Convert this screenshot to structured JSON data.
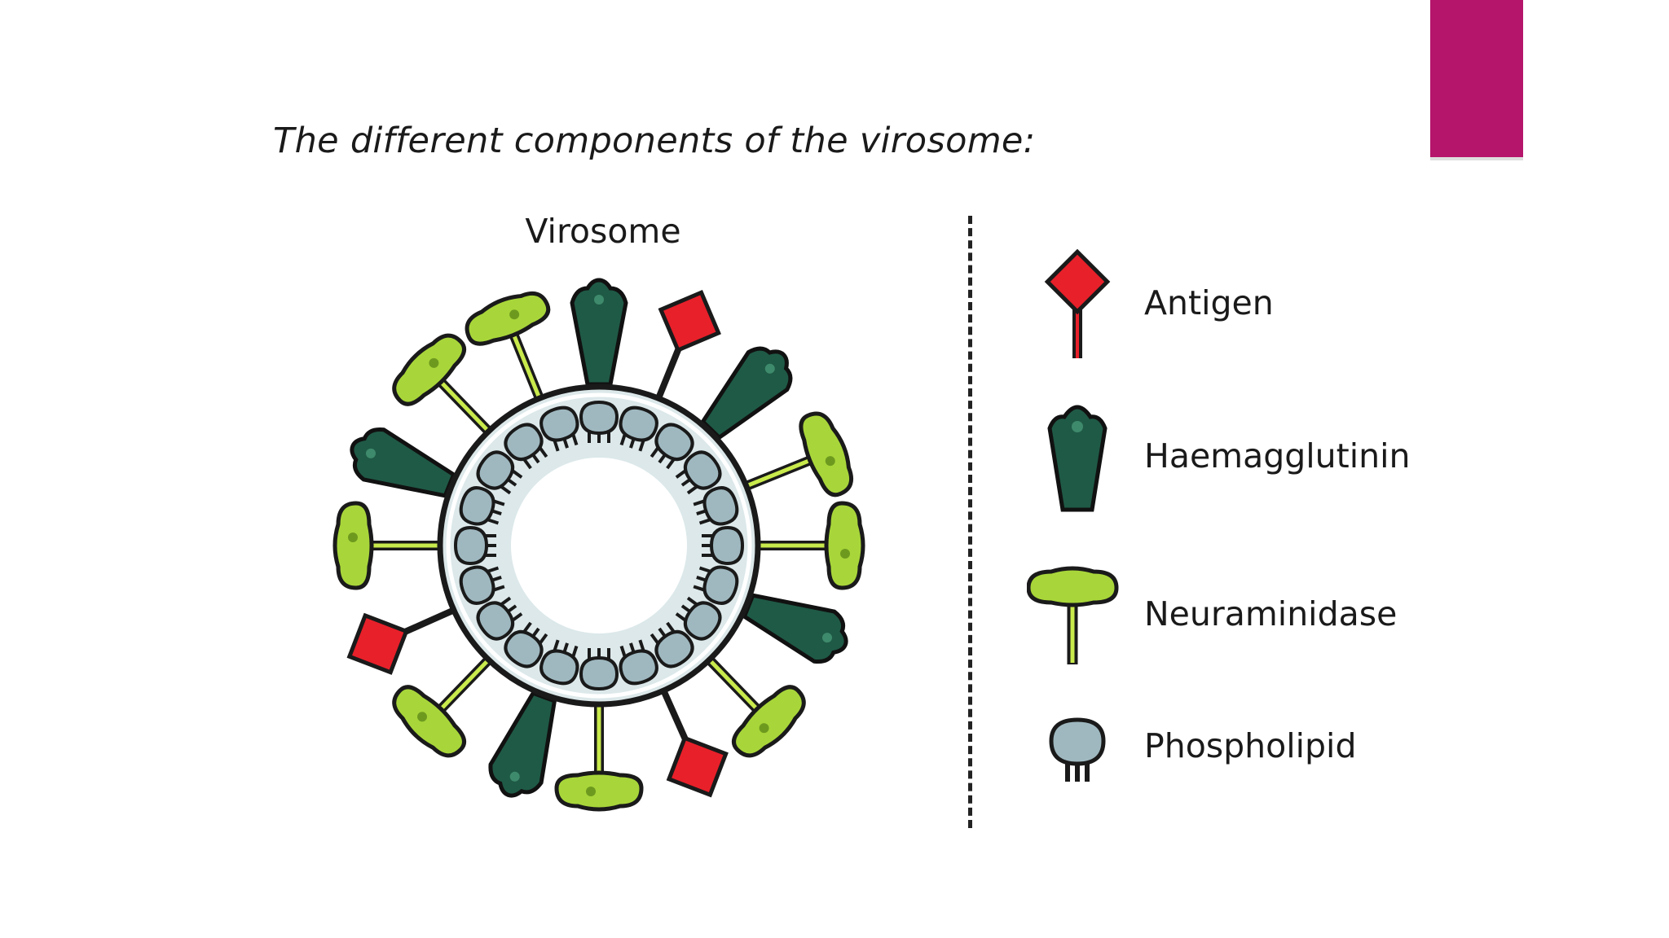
{
  "title": "The different components of the virosome:",
  "diagram_label": "Virosome",
  "legend": [
    {
      "label": "Antigen",
      "icon": "antigen-icon"
    },
    {
      "label": "Haemagglutinin",
      "icon": "haemagglutinin-icon"
    },
    {
      "label": "Neuraminidase",
      "icon": "neuraminidase-icon"
    },
    {
      "label": "Phospholipid",
      "icon": "phospholipid-icon"
    }
  ],
  "colors": {
    "accent": "#b5156b",
    "antigen": "#e8202a",
    "haemagglutinin": "#1f5a46",
    "neuraminidase": "#a8d63a",
    "phospholipid": "#9fb8c0"
  }
}
